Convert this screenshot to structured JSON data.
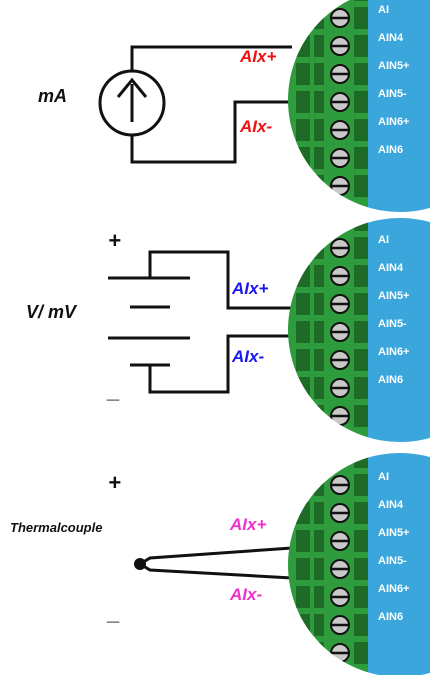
{
  "panels": [
    {
      "id": "current",
      "source_label": "mA",
      "plus_sign": "",
      "minus_sign": "",
      "pos_label": "AIx+",
      "neg_label": "AIx-",
      "label_color": "#ee1111",
      "pins": [
        "AI",
        "AIN4",
        "AIN5+",
        "AIN5-",
        "AIN6+",
        "AIN6"
      ]
    },
    {
      "id": "voltage",
      "source_label": "V/ mV",
      "plus_sign": "+",
      "minus_sign": "_",
      "pos_label": "AIx+",
      "neg_label": "AIx-",
      "label_color": "#1a1aee",
      "pins": [
        "AI",
        "AIN4",
        "AIN5+",
        "AIN5-",
        "AIN6+",
        "AIN6"
      ]
    },
    {
      "id": "thermocouple",
      "source_label": "Thermalcouple",
      "plus_sign": "+",
      "minus_sign": "_",
      "pos_label": "AIx+",
      "neg_label": "AIx-",
      "label_color": "#ee33cc",
      "pins": [
        "AI",
        "AIN4",
        "AIN5+",
        "AIN5-",
        "AIN6+",
        "AIN6"
      ]
    }
  ],
  "colors": {
    "terminal_green": "#2e9c3c",
    "terminal_dark": "#1d6b27",
    "board_blue": "#3aa6dc",
    "wire": "#111111"
  },
  "icons": [
    "current-source-icon",
    "battery-icon",
    "thermocouple-junction-icon",
    "screw-terminal-icon"
  ]
}
